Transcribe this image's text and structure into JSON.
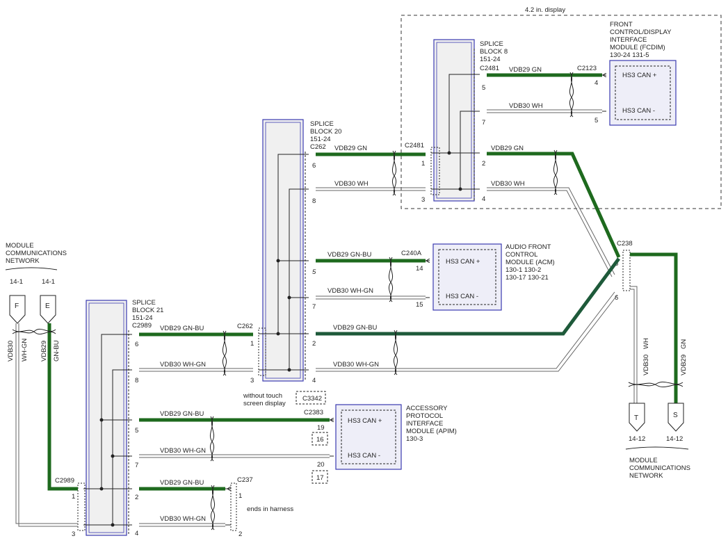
{
  "display_note": "4.2 in. display",
  "splice_blocks": {
    "sb8": {
      "name": [
        "SPLICE",
        "BLOCK 8"
      ],
      "code": "151-24",
      "connector": "C2481"
    },
    "sb20": {
      "name": [
        "SPLICE",
        "BLOCK 20"
      ],
      "code": "151-24",
      "connector": "C262"
    },
    "sb21": {
      "name": [
        "SPLICE",
        "BLOCK 21"
      ],
      "code": "151-24",
      "connector": "C2989"
    }
  },
  "modules": {
    "fcdim": {
      "name": [
        "FRONT",
        "CONTROL/DISPLAY",
        "INTERFACE",
        "MODULE (FCDIM)"
      ],
      "codes": "130-24   131-5",
      "connector": "C2123",
      "pins": [
        "HS3 CAN +",
        "HS3 CAN -"
      ],
      "pin_numbers": [
        "4",
        "5"
      ]
    },
    "acm": {
      "name": [
        "AUDIO FRONT",
        "CONTROL",
        "MODULE (ACM)"
      ],
      "codes": [
        "130-1   130-2",
        "130-17   130-21"
      ],
      "connector": "C240A",
      "pins": [
        "HS3 CAN +",
        "HS3 CAN -"
      ],
      "pin_numbers": [
        "14",
        "15"
      ]
    },
    "apim": {
      "name": [
        "ACCESSORY",
        "PROTOCOL",
        "INTERFACE",
        "MODULE (APIM)"
      ],
      "codes": "130-3",
      "connector": "C2383",
      "pins": [
        "HS3 CAN +",
        "HS3 CAN -"
      ],
      "pin_numbers": [
        "19",
        "20"
      ],
      "alt_connector": "C3342",
      "alt_pins": [
        "16",
        "17"
      ],
      "alt_note": [
        "without touch",
        "screen display"
      ]
    }
  },
  "connectors": {
    "c2481": "C2481",
    "c238": "C238",
    "c262": "C262",
    "c2989": "C2989",
    "c237": "C237"
  },
  "wires": {
    "gn": "VDB29   GN",
    "wh": "VDB30   WH",
    "gn_bu": "VDB29   GN-BU",
    "wh_gn": "VDB30   WH-GN",
    "v_gn_code": "VDB29",
    "v_gn_color": "GN",
    "v_wh_code": "VDB30",
    "v_wh_color": "WH",
    "v_gnbu_code": "VDB29",
    "v_gnbu_color": "GN-BU",
    "v_whgn_code": "VDB30",
    "v_whgn_color": "WH-GN"
  },
  "pins": {
    "sb8": [
      "5",
      "7",
      "2",
      "4"
    ],
    "c2481": [
      "1",
      "3"
    ],
    "sb20": [
      "6",
      "8",
      "5",
      "7",
      "2",
      "4"
    ],
    "c262": [
      "1",
      "3"
    ],
    "c238": [
      "5",
      "6"
    ],
    "sb21": [
      "6",
      "8",
      "5",
      "7",
      "2",
      "4"
    ],
    "c2989": [
      "1",
      "3"
    ],
    "c237": [
      "1",
      "2"
    ]
  },
  "network": {
    "label": [
      "MODULE",
      "COMMUNICATIONS",
      "NETWORK"
    ],
    "left_refs": [
      "14-1",
      "14-1"
    ],
    "left_letters": [
      "F",
      "E"
    ],
    "right_refs": [
      "14-12",
      "14-12"
    ],
    "right_letters": [
      "T",
      "S"
    ]
  },
  "harness_note": "ends in harness",
  "colors": {
    "can_high": "#1e6a1e",
    "can_high_bu": "#1e5a3a",
    "block_border": "#3a3ab0",
    "block_fill": "#f0f0f0"
  }
}
